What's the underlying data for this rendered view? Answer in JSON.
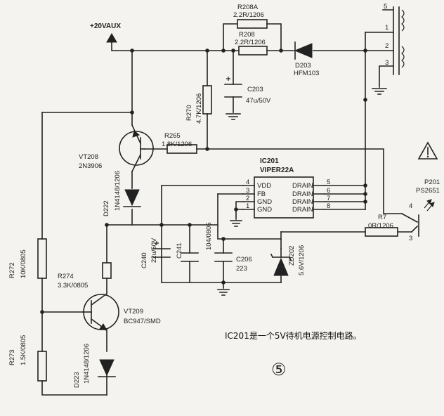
{
  "labels": {
    "vaux": "+20VAUX",
    "r208a_name": "R208A",
    "r208a_val": "2.2R/1206",
    "r208_name": "R208",
    "r208_val": "2.2R/1206",
    "d203_name": "D203",
    "d203_val": "HFM103",
    "c203_name": "C203",
    "c203_val": "47u/50V",
    "r270_name": "R270",
    "r270_val": "4.7K/1206",
    "r265_name": "R265",
    "r265_val": "1.8K/1206",
    "vt208_name": "VT208",
    "vt208_val": "2N3906",
    "d222_name": "D222",
    "d222_val": "1N4148/1206",
    "ic_name": "IC201",
    "ic_val": "VIPER22A",
    "pin_vdd": "VDD",
    "pin_fb": "FB",
    "pin_gnd1": "GND",
    "pin_gnd2": "GND",
    "pin_drain1": "DRAIN",
    "pin_drain2": "DRAIN",
    "pin_drain3": "DRAIN",
    "pin_drain4": "DRAIN",
    "pn4": "4",
    "pn3": "3",
    "pn2": "2",
    "pn1": "1",
    "pn5": "5",
    "pn6": "6",
    "pn7": "7",
    "pn8": "8",
    "c240_name": "C240",
    "c240_val": "22u/50V",
    "c241_name": "C241",
    "c241_val": "104/0805",
    "c206_name": "C206",
    "c206_val": "223",
    "zd202_name": "ZD202",
    "zd202_val": "5.6V/1206",
    "r7_name": "R7",
    "r7_val": "0R/1206",
    "p201_name": "P201",
    "p201_val": "PS2651",
    "opto4": "4",
    "opto3": "3",
    "r272_name": "R272",
    "r272_val": "10K/0805",
    "r274_name": "R274",
    "r274_val": "3.3K/0805",
    "vt209_name": "VT209",
    "vt209_val": "BC947/SMD",
    "r273_name": "R273",
    "r273_val": "1.5K/0805",
    "d223_name": "D223",
    "d223_val": "1N4148/1206",
    "t5": "5",
    "t1": "1",
    "t2": "2",
    "t3": "3",
    "caption": "IC201是一个5V待机电源控制电路。",
    "figure_number": "⑤"
  }
}
